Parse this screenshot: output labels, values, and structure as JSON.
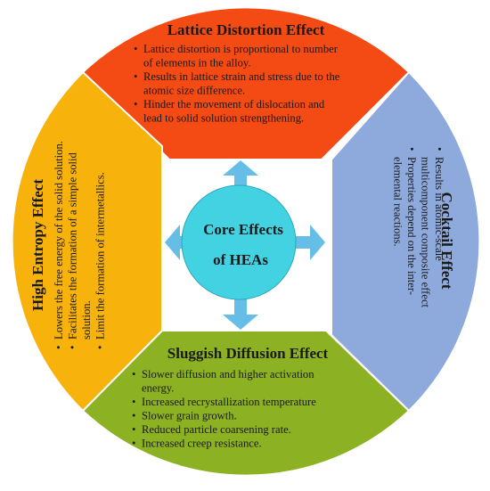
{
  "center": {
    "line1": "Core Effects",
    "line2": "of HEAs"
  },
  "segments": {
    "lattice": {
      "title": "Lattice Distortion Effect",
      "color": "#f44a14",
      "bullets": [
        [
          "Lattice distortion is proportional to number",
          "of elements in the alloy."
        ],
        [
          "Results in lattice strain and stress due to the",
          "atomic size difference."
        ],
        [
          "Hinder the movement of dislocation and",
          "lead to solid solution strengthening."
        ]
      ]
    },
    "cocktail": {
      "title": "Cocktail Effect",
      "color": "#8eaadc",
      "bullets": [
        [
          "Results in atomic-scale",
          "multicomponent composite effect"
        ],
        [
          "Properties depend on the inter-",
          "elemental reactions."
        ]
      ]
    },
    "sluggish": {
      "title": "Sluggish Diffusion Effect",
      "color": "#8cb122",
      "bullets": [
        [
          "Slower diffusion and higher activation",
          "energy."
        ],
        [
          "Increased recrystallization temperature"
        ],
        [
          "Slower grain growth."
        ],
        [
          "Reduced particle coarsening rate."
        ],
        [
          "Increased creep resistance."
        ]
      ]
    },
    "entropy": {
      "title": "High Entropy Effect",
      "color": "#f7b20c",
      "bullets": [
        [
          "Lowers the free energy of the solid solution."
        ],
        [
          "Facilitates the formation of a simple solid",
          "solution."
        ],
        [
          "Limit the formation of intermetallics."
        ]
      ]
    }
  },
  "colors": {
    "core_fill": "#42d2e2",
    "arrow_fill": "#66bde6"
  }
}
